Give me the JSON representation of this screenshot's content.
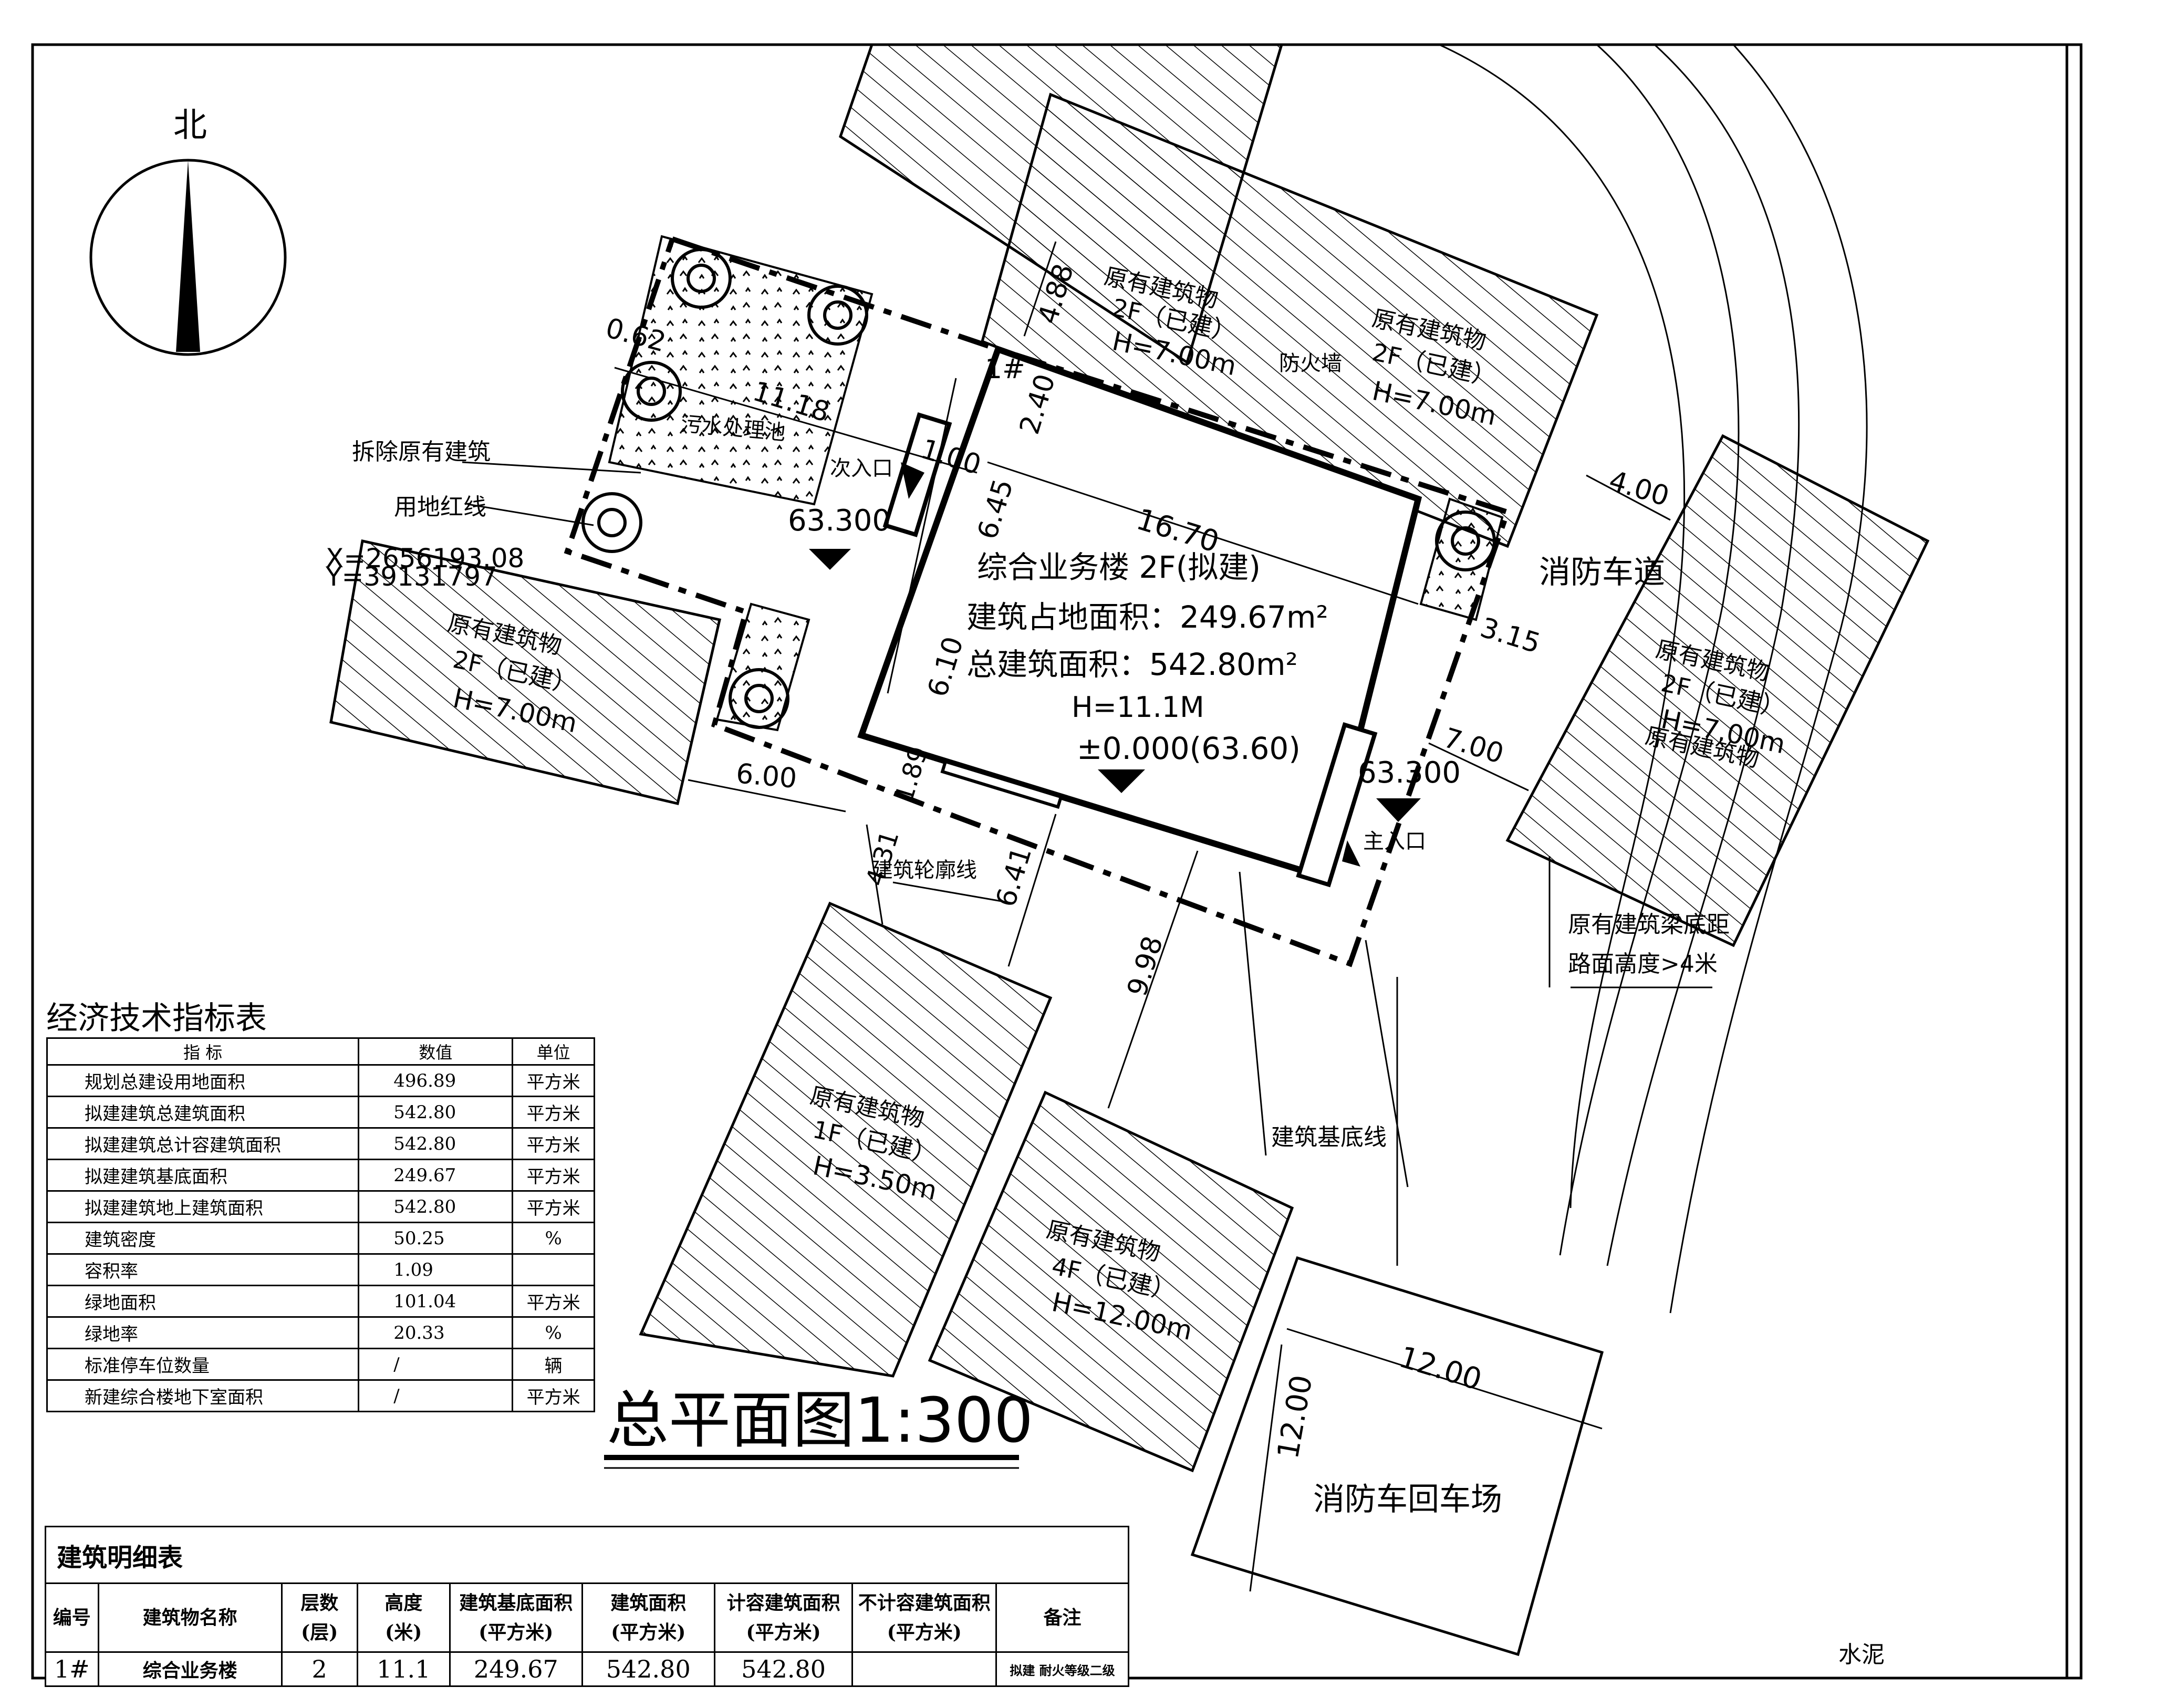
{
  "drawing": {
    "north": "北",
    "title": "总平面图1:300",
    "bottom_note": "水泥"
  },
  "labels": {
    "demolish": "拆除原有建筑",
    "red_line": "用地红线",
    "sewage": "污水处理池",
    "secondary_entrance": "次入口",
    "main_entrance": "主入口",
    "fire_wall": "防火墙",
    "building_outline": "建筑轮廓线",
    "building_base_line": "建筑基底线",
    "fire_road": "消防车道",
    "fire_turnaround": "消防车回车场",
    "beam_note_1": "原有建筑梁底距",
    "beam_note_2": "路面高度>4米",
    "coord_x": "X=2656193.08",
    "coord_y": "Y=39131797",
    "elev_left": "63.300",
    "elev_right": "63.300",
    "building_no": "1#"
  },
  "main_building": {
    "name": "综合业务楼      2F(拟建)",
    "footprint": "建筑占地面积：249.67m²",
    "total_area": "总建筑面积：542.80m²",
    "height": "H=11.1M",
    "level": "±0.000(63.60)"
  },
  "existing_buildings": [
    {
      "title": "原有建筑物",
      "floors": "2F（已建）",
      "height": "H=7.00m"
    },
    {
      "title": "原有建筑物",
      "floors": "2F（已建）",
      "height": "H=7.00m"
    },
    {
      "title": "原有建筑物",
      "floors": "2F（已建）",
      "height": "H=7.00m"
    },
    {
      "title": "原有建筑物",
      "floors": "2F（已建）",
      "height": "H=7.00m",
      "extra": "原有建筑物"
    },
    {
      "title": "原有建筑物",
      "floors": "1F（已建）",
      "height": "H=3.50m"
    },
    {
      "title": "原有建筑物",
      "floors": "4F（已建）",
      "height": "H=12.00m"
    }
  ],
  "dimensions": {
    "d_0_62": "0.62",
    "d_11_18": "11.18",
    "d_4_88": "4.88",
    "d_2_40": "2.40",
    "d_1_00": "1.00",
    "d_6_45": "6.45",
    "d_16_70": "16.70",
    "d_6_10": "6.10",
    "d_3_15": "3.15",
    "d_4_00": "4.00",
    "d_7_00": "7.00",
    "d_6_00": "6.00",
    "d_1_89": "1.89",
    "d_4_31": "4.31",
    "d_6_41": "6.41",
    "d_9_98": "9.98",
    "d_12_00_a": "12.00",
    "d_12_00_b": "12.00"
  },
  "econ_table": {
    "title": "经济技术指标表",
    "headers": [
      "指 标",
      "数值",
      "单位"
    ],
    "rows": [
      [
        "规划总建设用地面积",
        "496.89",
        "平方米"
      ],
      [
        "拟建建筑总建筑面积",
        "542.80",
        "平方米"
      ],
      [
        "拟建建筑总计容建筑面积",
        "542.80",
        "平方米"
      ],
      [
        "拟建建筑基底面积",
        "249.67",
        "平方米"
      ],
      [
        "拟建建筑地上建筑面积",
        "542.80",
        "平方米"
      ],
      [
        "建筑密度",
        "50.25",
        "%"
      ],
      [
        "容积率",
        "1.09",
        ""
      ],
      [
        "绿地面积",
        "101.04",
        "平方米"
      ],
      [
        "绿地率",
        "20.33",
        "%"
      ],
      [
        "标准停车位数量",
        "/",
        "辆"
      ],
      [
        "新建综合楼地下室面积",
        "/",
        "平方米"
      ]
    ]
  },
  "building_table": {
    "title": "建筑明细表",
    "headers": {
      "no": "编号",
      "name": "建筑物名称",
      "floors_1": "层数",
      "floors_2": "(层)",
      "height_1": "高度",
      "height_2": "(米)",
      "base_1": "建筑基底面积",
      "base_2": "(平方米)",
      "area_1": "建筑面积",
      "area_2": "(平方米)",
      "far_1": "计容建筑面积",
      "far_2": "(平方米)",
      "nonfar_1": "不计容建筑面积",
      "nonfar_2": "(平方米)",
      "note": "备注"
    },
    "row": {
      "no": "1#",
      "name": "综合业务楼",
      "floors": "2",
      "height": "11.1",
      "base": "249.67",
      "area": "542.80",
      "far": "542.80",
      "nonfar": "",
      "note": "拟建 耐火等级二级"
    }
  }
}
